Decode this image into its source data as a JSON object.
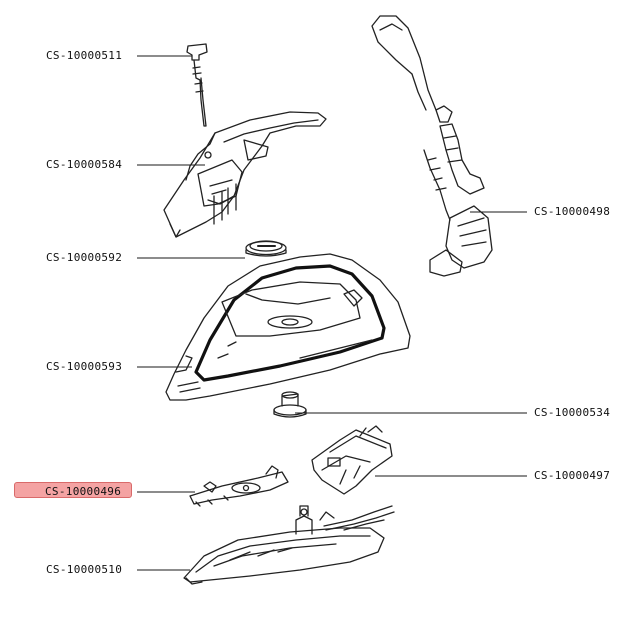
{
  "parts": [
    {
      "code": "CS-10000511",
      "selected": false
    },
    {
      "code": "CS-10000584",
      "selected": false
    },
    {
      "code": "CS-10000592",
      "selected": false
    },
    {
      "code": "CS-10000593",
      "selected": false
    },
    {
      "code": "CS-10000498",
      "selected": false
    },
    {
      "code": "CS-10000534",
      "selected": false
    },
    {
      "code": "CS-10000497",
      "selected": false
    },
    {
      "code": "CS-10000496",
      "selected": true
    },
    {
      "code": "CS-10000510",
      "selected": false
    }
  ],
  "colors": {
    "highlight_fill": "#f4a3a3",
    "highlight_border": "#d96a6a",
    "line": "#1a1a1a",
    "part_stroke": "#222222"
  }
}
